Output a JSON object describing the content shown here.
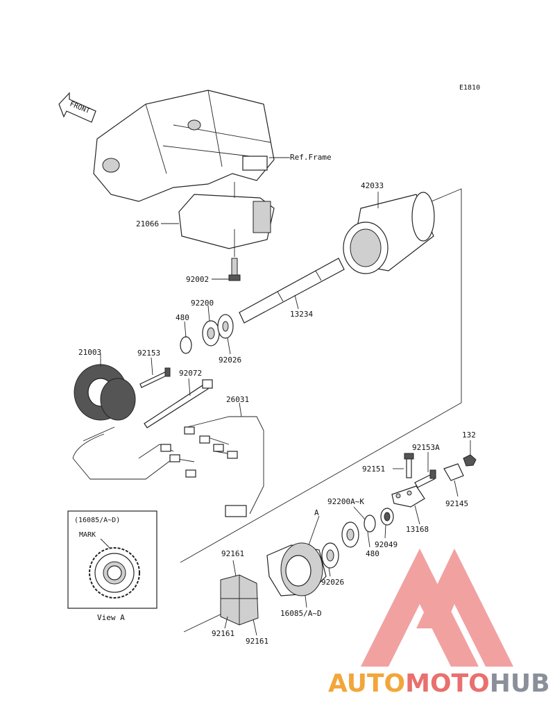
{
  "diagram_code": "E1810",
  "front_arrow_label": "FRONT",
  "ref_frame_label": "Ref.Frame",
  "parts": {
    "p42033": "42033",
    "p21066": "21066",
    "p92002": "92002",
    "p92200": "92200",
    "p480_top": "480",
    "p13234": "13234",
    "p92026_top": "92026",
    "p21003": "21003",
    "p92153": "92153",
    "p92072": "92072",
    "p26031": "26031",
    "p132": "132",
    "p92153A": "92153A",
    "p92151": "92151",
    "p92145": "92145",
    "p92200AK": "92200A~K",
    "p13168": "13168",
    "pA": "A",
    "p92049": "92049",
    "p480_bot": "480",
    "p92161_top": "92161",
    "p92026_bot": "92026",
    "p16085": "16085/A~D",
    "p92161_bl": "92161",
    "p92161_br": "92161"
  },
  "view_a": {
    "part_label": "(16085/A~D)",
    "mark_label": "MARK",
    "caption": "View A"
  },
  "watermark": {
    "auto": "AUTO",
    "moto": "MOTO",
    "hub": "HUB",
    "colors": {
      "auto": "#f2a63a",
      "moto": "#e8706e",
      "hub": "#8a8f9a",
      "logo": "#f08a8a"
    }
  }
}
